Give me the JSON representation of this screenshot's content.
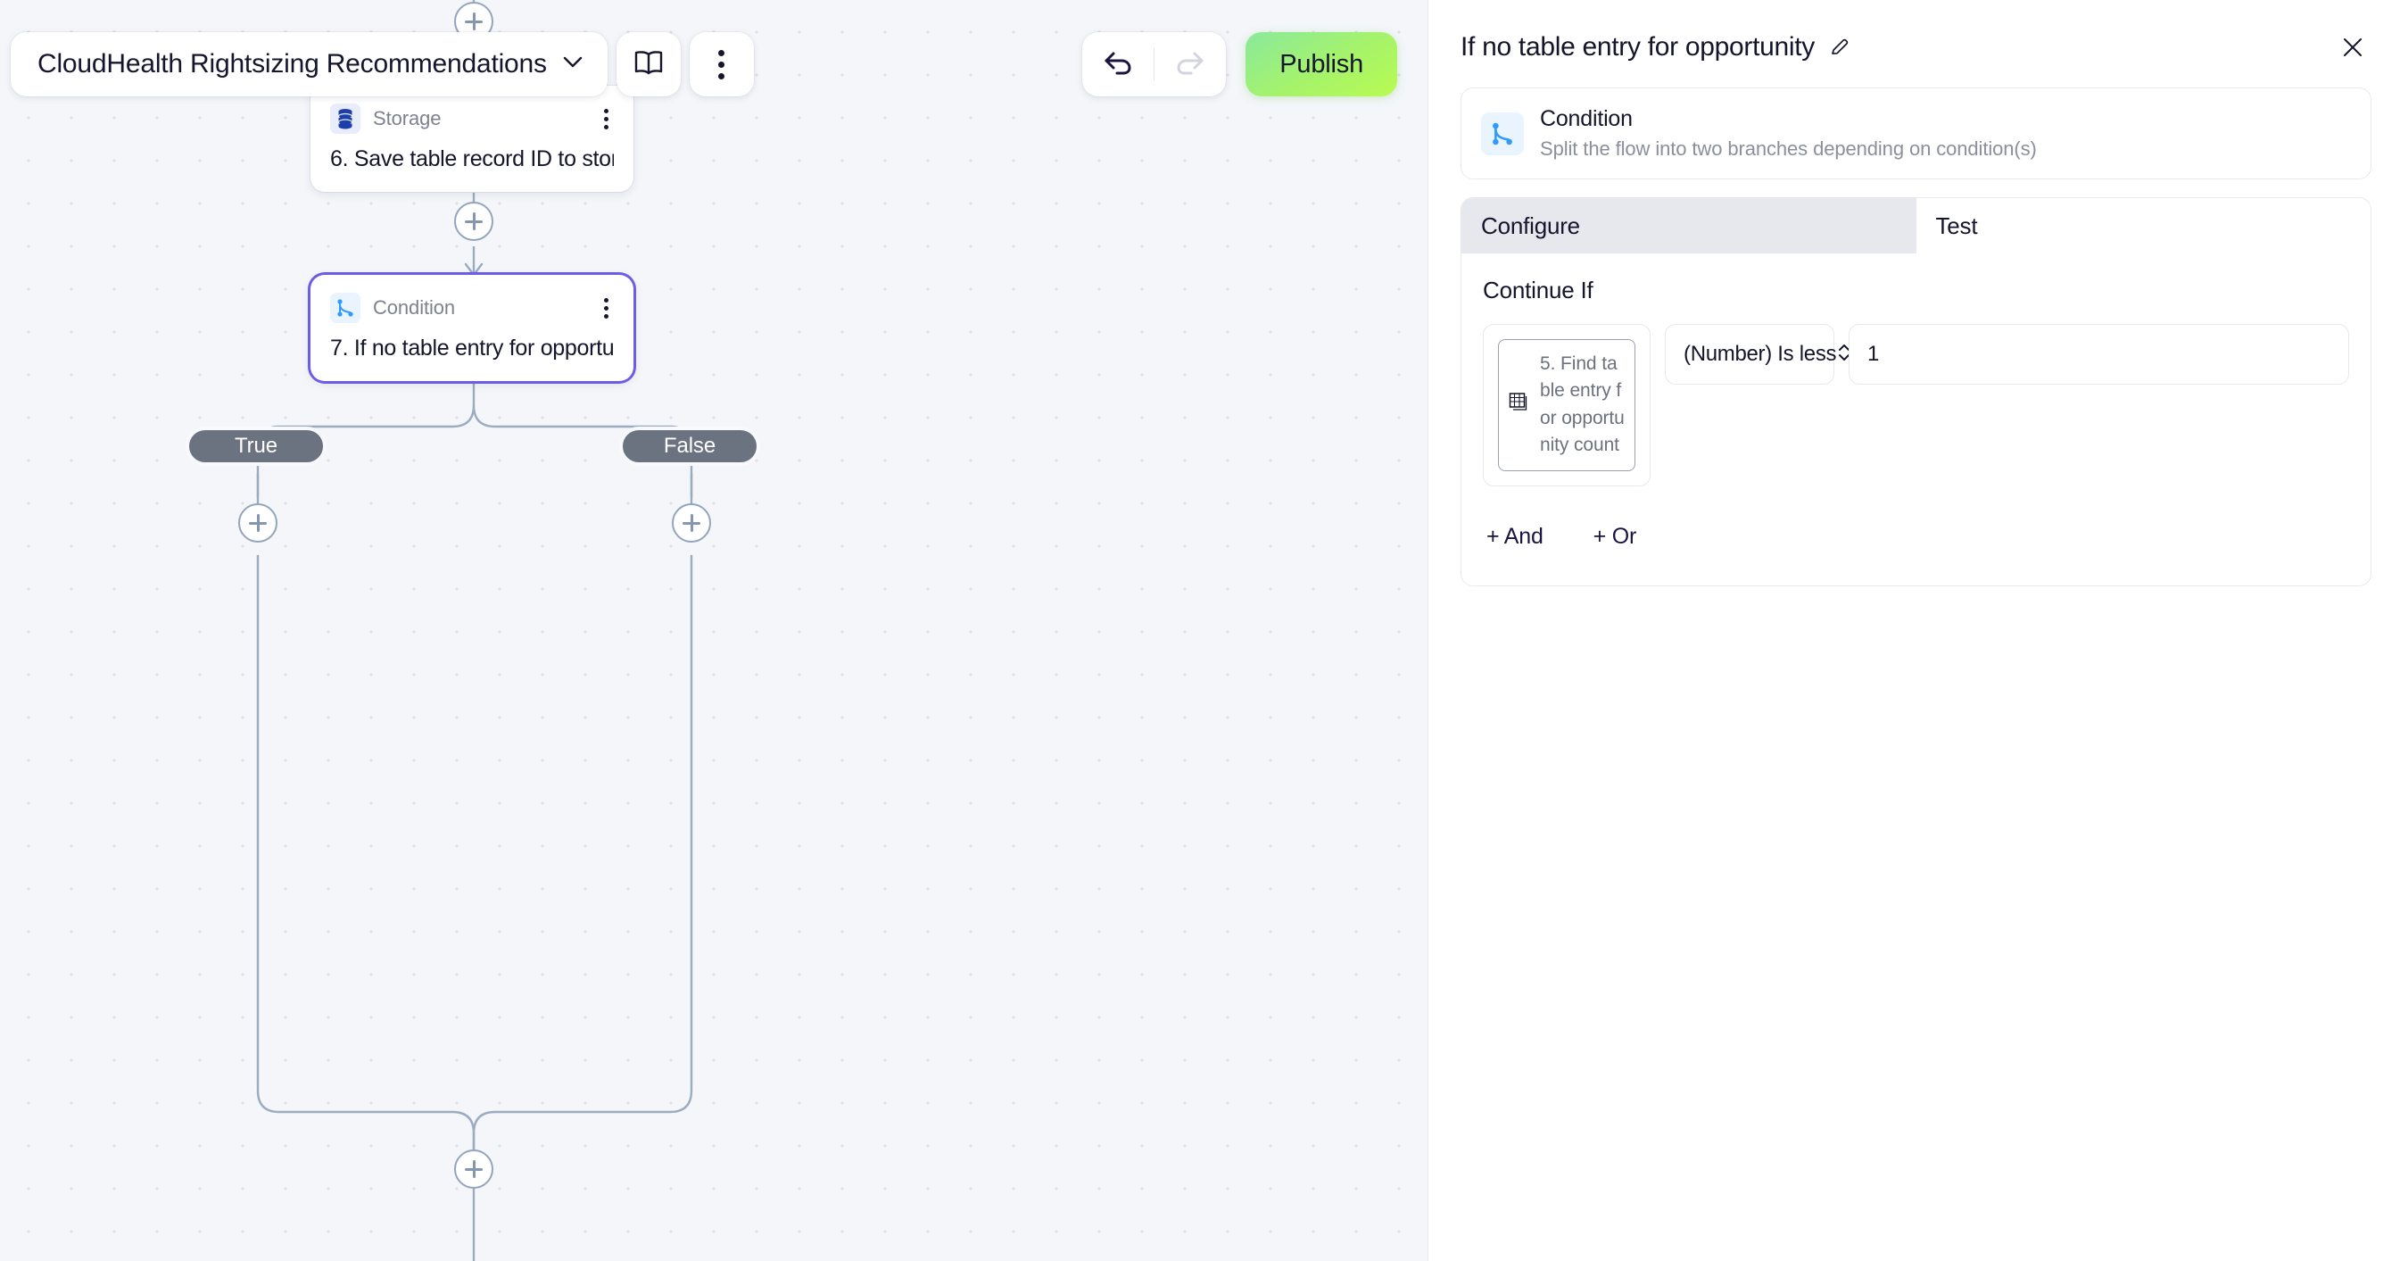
{
  "toolbar": {
    "flow_name": "CloudHealth Rightsizing Recommendations",
    "chevron_icon": "chevron-down-icon",
    "book_icon": "book-icon",
    "more_icon": "more-vertical-icon",
    "undo_icon": "undo-icon",
    "redo_icon": "redo-icon",
    "publish_label": "Publish",
    "publish_color": "#a9f35f"
  },
  "canvas": {
    "nodes": [
      {
        "type_label": "Storage",
        "title": "6. Save table record ID to stor...",
        "icon": "database-icon",
        "icon_color": "#1c3faa",
        "badge_bg": "#e9ecfb",
        "selected": false,
        "menu_icon": "more-vertical-icon"
      },
      {
        "type_label": "Condition",
        "title": "7. If no table entry for opportu...",
        "icon": "branch-icon",
        "icon_color": "#2f9bff",
        "badge_bg": "#eaf4fe",
        "selected": true,
        "menu_icon": "more-vertical-icon"
      }
    ],
    "branches": [
      {
        "label": "True"
      },
      {
        "label": "False"
      }
    ],
    "add_node_icon": "plus-icon",
    "edge_color": "#9aabc2"
  },
  "panel": {
    "title": "If no table entry for opportunity",
    "edit_icon": "pencil-icon",
    "close_icon": "close-icon",
    "info": {
      "name": "Condition",
      "description": "Split the flow into two branches depending on condition(s)",
      "icon": "branch-icon"
    },
    "tabs": [
      {
        "label": "Configure",
        "active": true
      },
      {
        "label": "Test",
        "active": false
      }
    ],
    "section_label": "Continue If",
    "condition": {
      "token_label": "5. Find table entry for opportunity count",
      "token_icon": "table-icon",
      "operator": "(Number) Is less",
      "operator_icon": "chevron-up-down-icon",
      "value": "1"
    },
    "logic": {
      "and_label": "+ And",
      "or_label": "+ Or"
    }
  }
}
